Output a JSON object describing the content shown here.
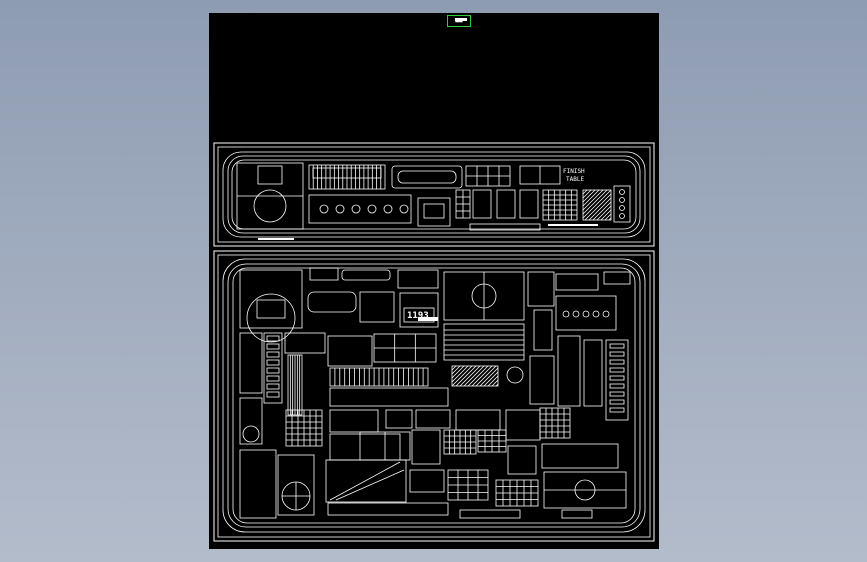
{
  "drawing": {
    "title_marker": "▬▬",
    "top_panel": {
      "label_table": "TABLE",
      "label_finish": "FINISH"
    },
    "bottom_panel": {
      "label_block": "1193"
    }
  },
  "colors": {
    "background_gradient_top": "#8e9cb2",
    "viewport": "#000000",
    "linework": "#ffffff",
    "selection_marker": "#2fcf3a"
  }
}
